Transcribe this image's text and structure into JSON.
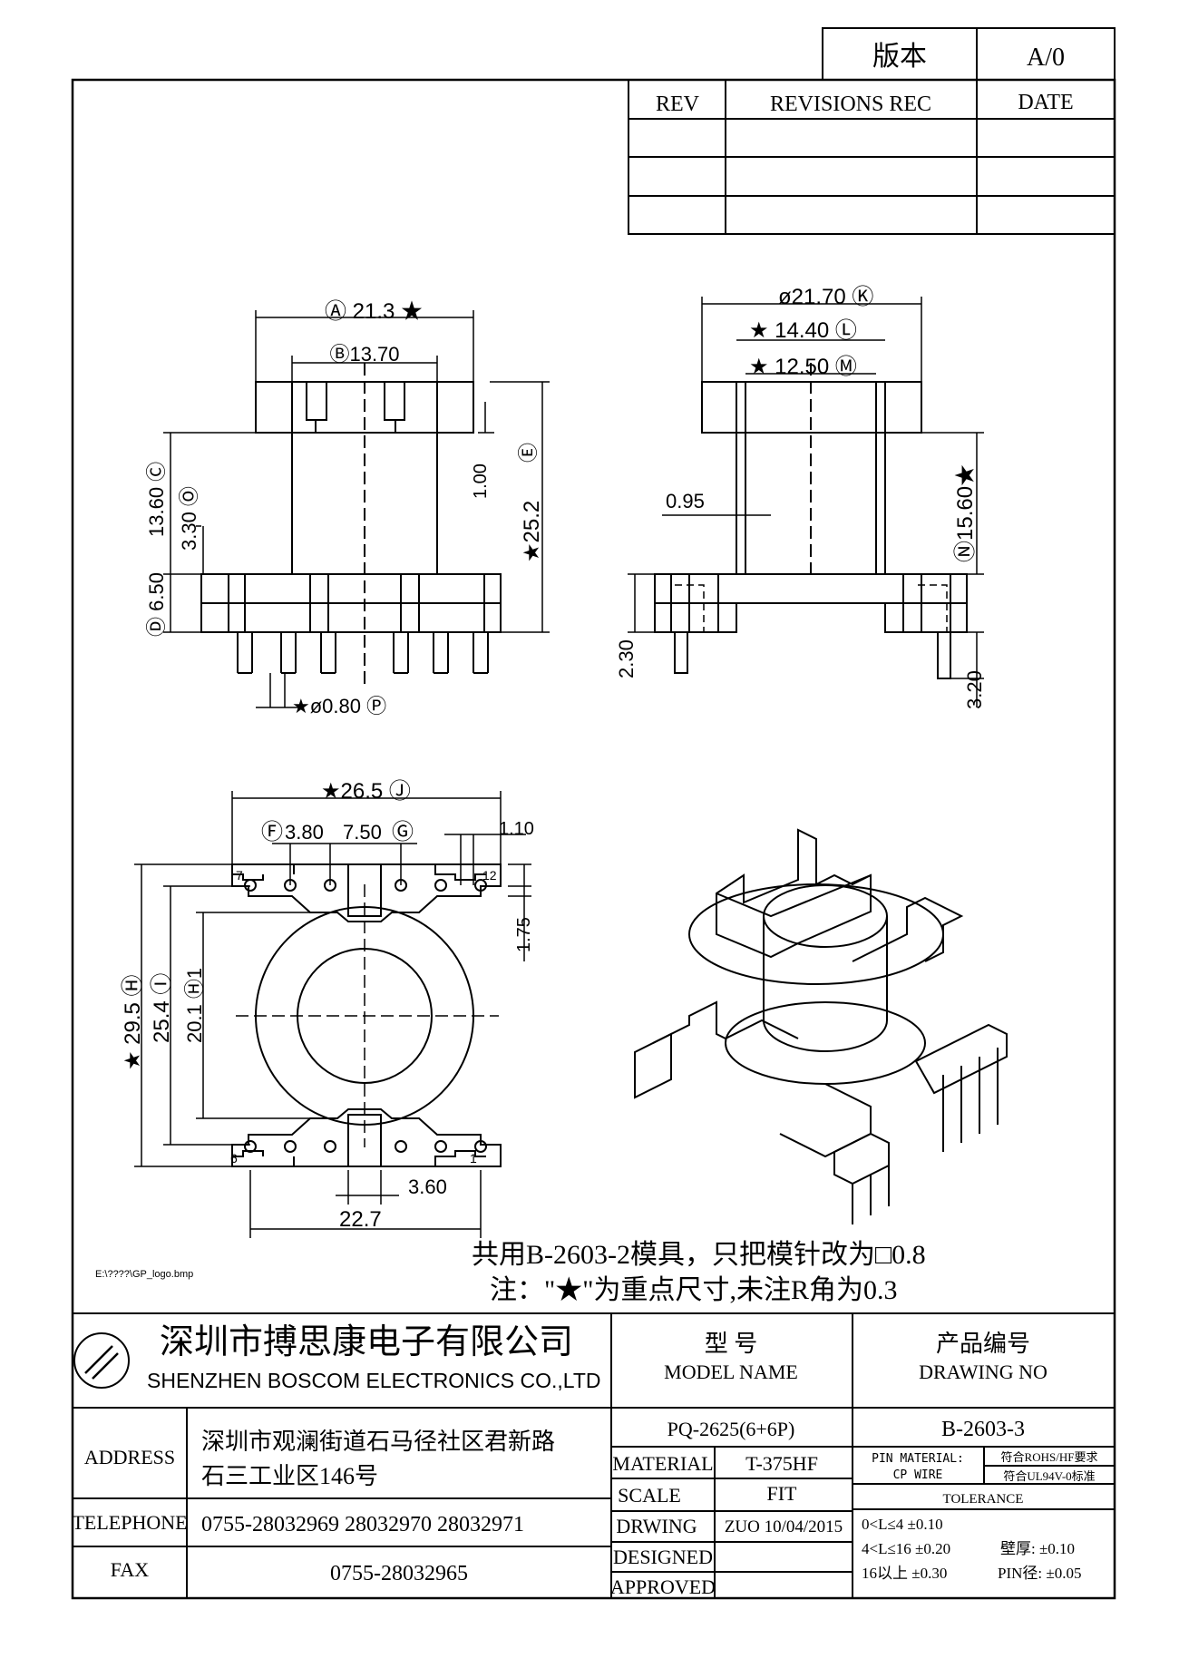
{
  "version": {
    "label": "版本",
    "value": "A/0"
  },
  "revisions": {
    "col_rev": "REV",
    "col_rec": "REVISIONS REC",
    "col_date": "DATE"
  },
  "views": {
    "front": {
      "A": "Ⓐ 21.3 ★",
      "B": "Ⓑ13.70",
      "C": "13.60 Ⓒ",
      "O": "3.30 Ⓞ",
      "D": "Ⓓ 6.50",
      "E": "Ⓔ",
      "E_val": "★25.2",
      "t100": "1.00",
      "P": "★ø0.80 Ⓟ"
    },
    "side": {
      "K": "ø21.70 Ⓚ",
      "L": "★ 14.40 Ⓛ",
      "M": "★ 12.50 Ⓜ",
      "t095": "0.95",
      "N": "Ⓝ15.60★",
      "t230": "2.30",
      "t320": "3.20"
    },
    "bottom": {
      "J": "★26.5 Ⓙ",
      "F": "Ⓕ",
      "t380": "3.80",
      "t750": "7.50",
      "G": "Ⓖ",
      "t110": "1.10",
      "t175": "1.75",
      "H": "★ 29.5 Ⓗ",
      "I": "25.4 Ⓘ",
      "H1": "20.1 Ⓗ1",
      "pin7": "7",
      "pin12": "12",
      "pin6": "6",
      "pin1": "1",
      "t360": "3.60",
      "t227": "22.7"
    }
  },
  "notes": {
    "line1": "共用B-2603-2模具，只把模针改为□0.8",
    "line2": "注：\"★\"为重点尺寸,未注R角为0.3",
    "logo_path": "E:\\????\\GP_logo.bmp"
  },
  "company": {
    "name_cn": "深圳市搏思康电子有限公司",
    "name_en": "SHENZHEN BOSCOM ELECTRONICS CO.,LTD"
  },
  "info": {
    "address_label": "ADDRESS",
    "address_line1": "深圳市观澜街道石马径社区君新路",
    "address_line2": "石三工业区146号",
    "telephone_label": "TELEPHONE",
    "telephone": "0755-28032969 28032970 28032971",
    "fax_label": "FAX",
    "fax": "0755-28032965"
  },
  "model": {
    "label_cn": "型     号",
    "label_en": "MODEL NAME",
    "value": "PQ-2625(6+6P)"
  },
  "drawing": {
    "label_cn": "产品编号",
    "label_en": "DRAWING NO",
    "value": "B-2603-3"
  },
  "material": {
    "label": "MATERIAL",
    "value": "T-375HF"
  },
  "scale": {
    "label": "SCALE",
    "value": "FIT"
  },
  "drwing": {
    "label": "DRWING",
    "value": "ZUO 10/04/2015"
  },
  "designed": {
    "label": "DESIGNED"
  },
  "approved": {
    "label": "APPROVED"
  },
  "pin_material": {
    "label": "PIN MATERIAL:",
    "value": "CP WIRE",
    "rohs": "符合ROHS/HF要求",
    "ul": "符合UL94V-0标准"
  },
  "tolerance": {
    "label": "TOLERANCE",
    "r1": "0<L≤4  ±0.10",
    "r2": "4<L≤16  ±0.20",
    "r3": "16以上      ±0.30",
    "wall": "壁厚:   ±0.10",
    "pin": "PIN径: ±0.05"
  }
}
